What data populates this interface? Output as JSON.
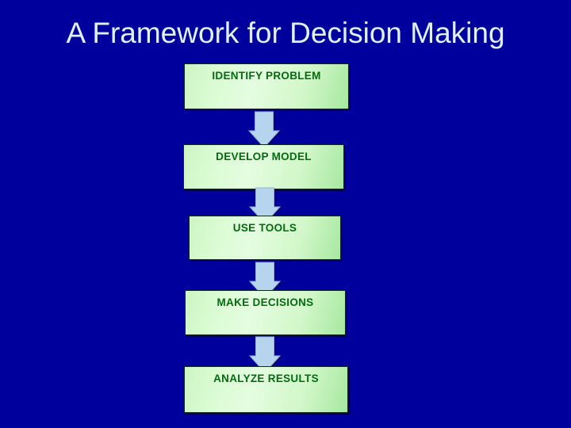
{
  "slide": {
    "title": "A Framework for Decision Making",
    "background_color": "#00009c",
    "title_color": "#dff0fb"
  },
  "flowchart": {
    "orientation": "vertical-top-to-bottom",
    "box_fill_color": "#d6f8cd",
    "box_text_color": "#046b10",
    "box_border_color": "#0d2a1a",
    "arrow_fill_color": "#b6d4ee",
    "arrow_border_color": "#7fa8cf",
    "steps": [
      {
        "index": 1,
        "label": "IDENTIFY PROBLEM"
      },
      {
        "index": 2,
        "label": "DEVELOP MODEL"
      },
      {
        "index": 3,
        "label": "USE TOOLS"
      },
      {
        "index": 4,
        "label": "MAKE DECISIONS"
      },
      {
        "index": 5,
        "label": "ANALYZE RESULTS"
      }
    ],
    "connectors": [
      {
        "index": 1,
        "icon": "down-arrow-icon",
        "from": "IDENTIFY PROBLEM",
        "to": "DEVELOP MODEL"
      },
      {
        "index": 2,
        "icon": "down-arrow-icon",
        "from": "DEVELOP MODEL",
        "to": "USE TOOLS"
      },
      {
        "index": 3,
        "icon": "down-arrow-icon",
        "from": "USE TOOLS",
        "to": "MAKE DECISIONS"
      },
      {
        "index": 4,
        "icon": "down-arrow-icon",
        "from": "MAKE DECISIONS",
        "to": "ANALYZE RESULTS"
      }
    ]
  }
}
